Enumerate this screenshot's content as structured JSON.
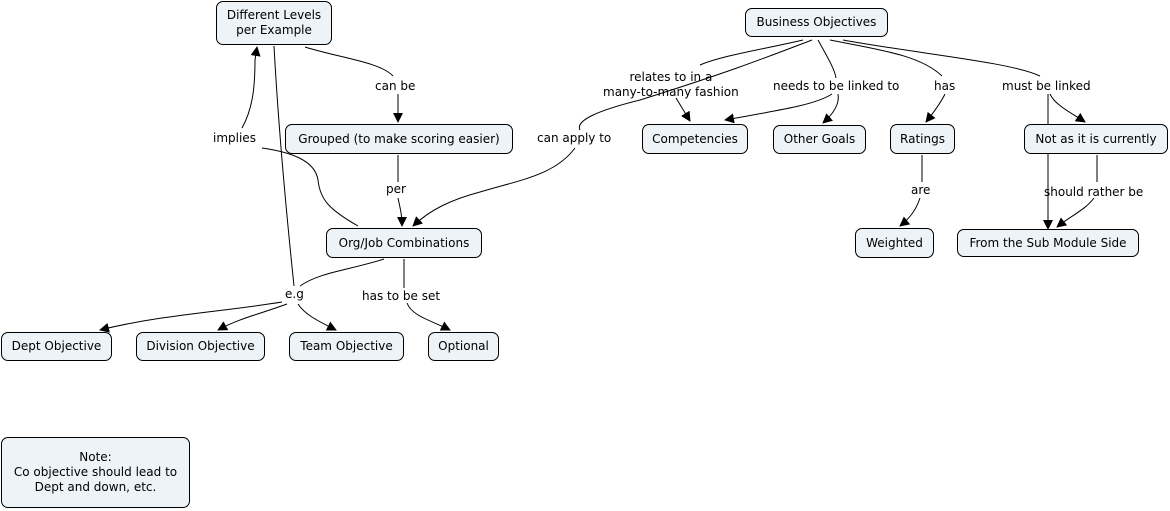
{
  "map": {
    "colors": {
      "node_fill": "#edf3f6",
      "node_border": "#000000",
      "line": "#000000",
      "background": "#ffffff"
    },
    "concepts": {
      "levels": "Different Levels\nper Example",
      "business": "Business Objectives",
      "grouped": "Grouped (to make scoring easier)",
      "competencies": "Competencies",
      "other_goals": "Other Goals",
      "ratings": "Ratings",
      "not_current": "Not as it is currently",
      "orgjob": "Org/Job Combinations",
      "weighted": "Weighted",
      "submodule": "From the Sub Module Side",
      "dept": "Dept Objective",
      "division": "Division Objective",
      "team": "Team Objective",
      "optional": "Optional",
      "note": "Note:\nCo objective should lead to\nDept and down, etc."
    },
    "linking_phrases": {
      "can_be": "can be",
      "implies": "implies",
      "per": "per",
      "can_apply_to": "can apply to",
      "relates_to": "relates to in a\nmany-to-many fashion",
      "needs_linked": "needs to be linked to",
      "has": "has",
      "must_linked": "must be linked",
      "are": "are",
      "should_rather": "should rather be",
      "eg": "e.g",
      "has_to_be_set": "has to be set"
    }
  }
}
